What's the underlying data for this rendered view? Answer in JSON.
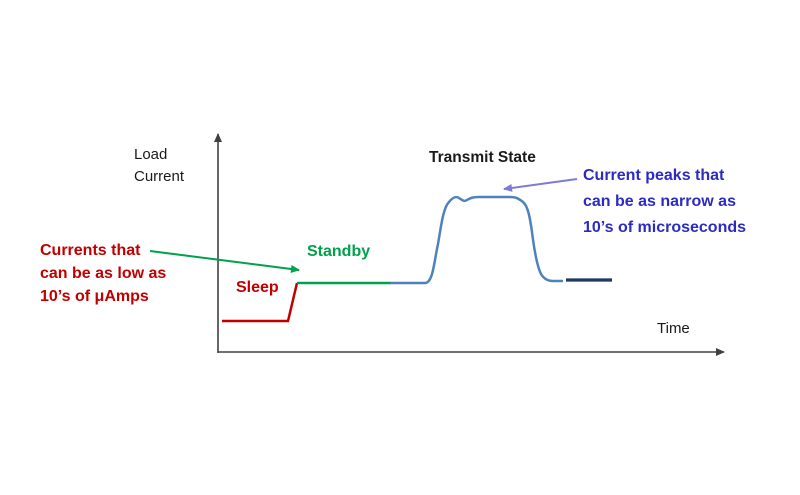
{
  "colors": {
    "axis": "#404040",
    "sleep": "#c00000",
    "standby": "#00a14b",
    "curve": "#4f81bd",
    "navy": "#1f3864",
    "annotation_red": "#c00000",
    "annotation_blue": "#2b2bc4",
    "arrow_green": "#00a14b",
    "arrow_blue": "#7b7bd9",
    "text": "#1a1a1a"
  },
  "labels": {
    "y_axis_line1": "Load",
    "y_axis_line2": "Current",
    "x_axis": "Time",
    "sleep": "Sleep",
    "standby": "Standby",
    "transmit": "Transmit State"
  },
  "annotations": {
    "low_current": {
      "line1": "Currents that",
      "line2": "can be as low as",
      "line3": "10’s of μAmps"
    },
    "peak_current": {
      "line1": "Current peaks that",
      "line2": "can be as narrow as",
      "line3": "10’s of microseconds"
    }
  }
}
